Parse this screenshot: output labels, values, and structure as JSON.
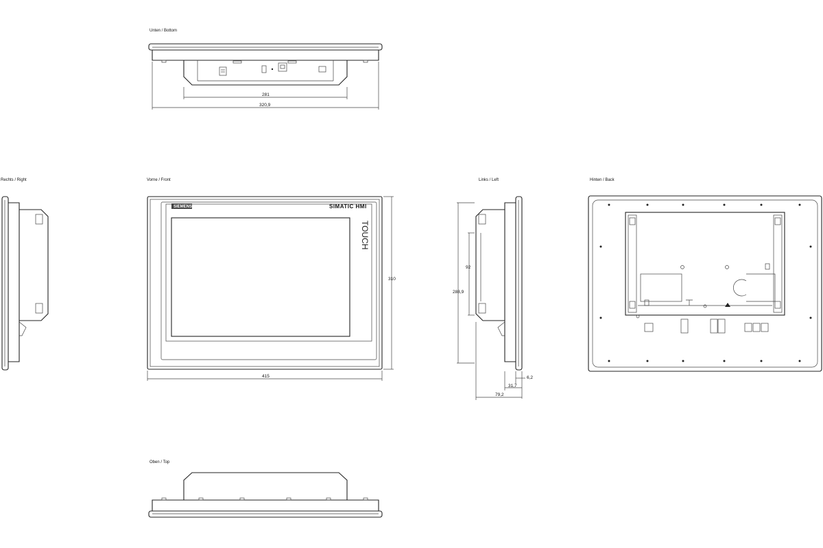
{
  "views": {
    "bottom": {
      "label": "Unten / Bottom",
      "dim_inner": "281",
      "dim_outer": "320,9"
    },
    "right": {
      "label": "Rechts / Right"
    },
    "front": {
      "label": "Vorne / Front",
      "brand": "SIMATIC HMI",
      "touch": "TOUCH",
      "logo": "SIEMENS",
      "dim_width": "415",
      "dim_height": "310"
    },
    "left": {
      "label": "Links / Left",
      "dim_a": "92",
      "dim_b": "288,9",
      "dim_c": "6,2",
      "dim_d": "31,7",
      "dim_e": "79,2"
    },
    "back": {
      "label": "Hinten / Back"
    },
    "top": {
      "label": "Oben / Top"
    }
  },
  "colors": {
    "stroke": "#222222",
    "background": "#ffffff"
  }
}
